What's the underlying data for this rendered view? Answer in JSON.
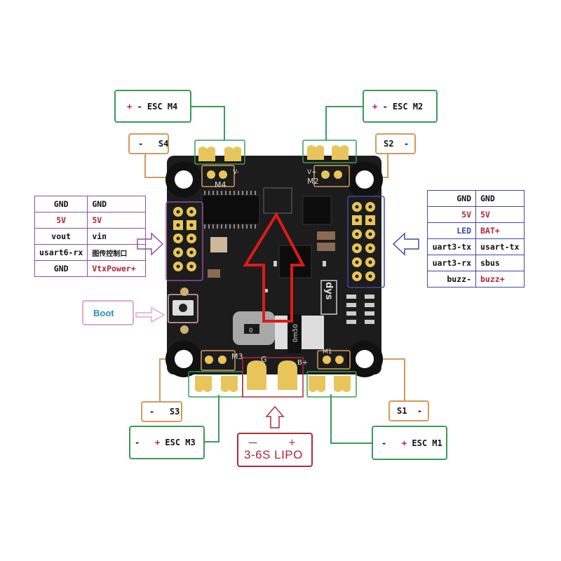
{
  "diagram": {
    "title": "Flight controller wiring diagram",
    "colors": {
      "esc_box": "#3a9a5a",
      "signal_box": "#d49a5c",
      "power_box": "#b02a36",
      "left_header": "#8e4f9e",
      "right_header": "#3f4aa0",
      "boot_box": "#e0a8c0",
      "boot_text": "#2a8fb8",
      "direction_arrow": "#e01a1a",
      "pcb": "#1a1a1a",
      "pad_gold": "#e8c55a"
    },
    "esc_labels": {
      "m4": {
        "plus": "+",
        "text": " - ESC M4"
      },
      "m2": {
        "plus": "+",
        "text": " - ESC M2"
      },
      "m3": {
        "minus": "-   ",
        "plus": "+",
        "text": " ESC M3"
      },
      "m1": {
        "minus": "-   ",
        "plus": "+",
        "text": " ESC M1"
      }
    },
    "signal_labels": {
      "s4": "-   S4",
      "s2": "S2  -",
      "s3": "-   S3",
      "s1": "S1  -"
    },
    "board_silkscreen": {
      "m4": "M4",
      "m2": "M2",
      "m3": "M3",
      "m1": "M1",
      "v_plus": "V+",
      "v_minus": "V-",
      "g": "G",
      "b_plus": "B+",
      "shunt": "0m50",
      "logo": "dys",
      "resistor": "0"
    },
    "left_header": {
      "rows": [
        {
          "left": "GND",
          "right": "GND",
          "left_color": "black",
          "right_color": "black"
        },
        {
          "left": "5V",
          "right": "5V",
          "left_color": "red",
          "right_color": "red"
        },
        {
          "left": "vout",
          "right": "vin",
          "left_color": "black",
          "right_color": "black"
        },
        {
          "left": "usart6-rx",
          "right": "图传控制口",
          "left_color": "black",
          "right_color": "black"
        },
        {
          "left": "GND",
          "right": "VtxPower+",
          "left_color": "black",
          "right_color": "red"
        }
      ]
    },
    "right_header": {
      "rows": [
        {
          "left": "GND",
          "right": "GND",
          "left_color": "black",
          "right_color": "black"
        },
        {
          "left": "5V",
          "right": "5V",
          "left_color": "red",
          "right_color": "red"
        },
        {
          "left": "LED",
          "right": "BAT+",
          "left_color": "blue",
          "right_color": "red"
        },
        {
          "left": "uart3-tx",
          "right": "usart-tx",
          "left_color": "black",
          "right_color": "black"
        },
        {
          "left": "uart3-rx",
          "right": "sbus",
          "left_color": "black",
          "right_color": "black"
        },
        {
          "left": "buzz-",
          "right": "buzz+",
          "left_color": "black",
          "right_color": "red"
        }
      ]
    },
    "boot": {
      "label": "Boot"
    },
    "battery": {
      "minus": "—",
      "plus": "+",
      "label": "3-6S LIPO"
    }
  }
}
